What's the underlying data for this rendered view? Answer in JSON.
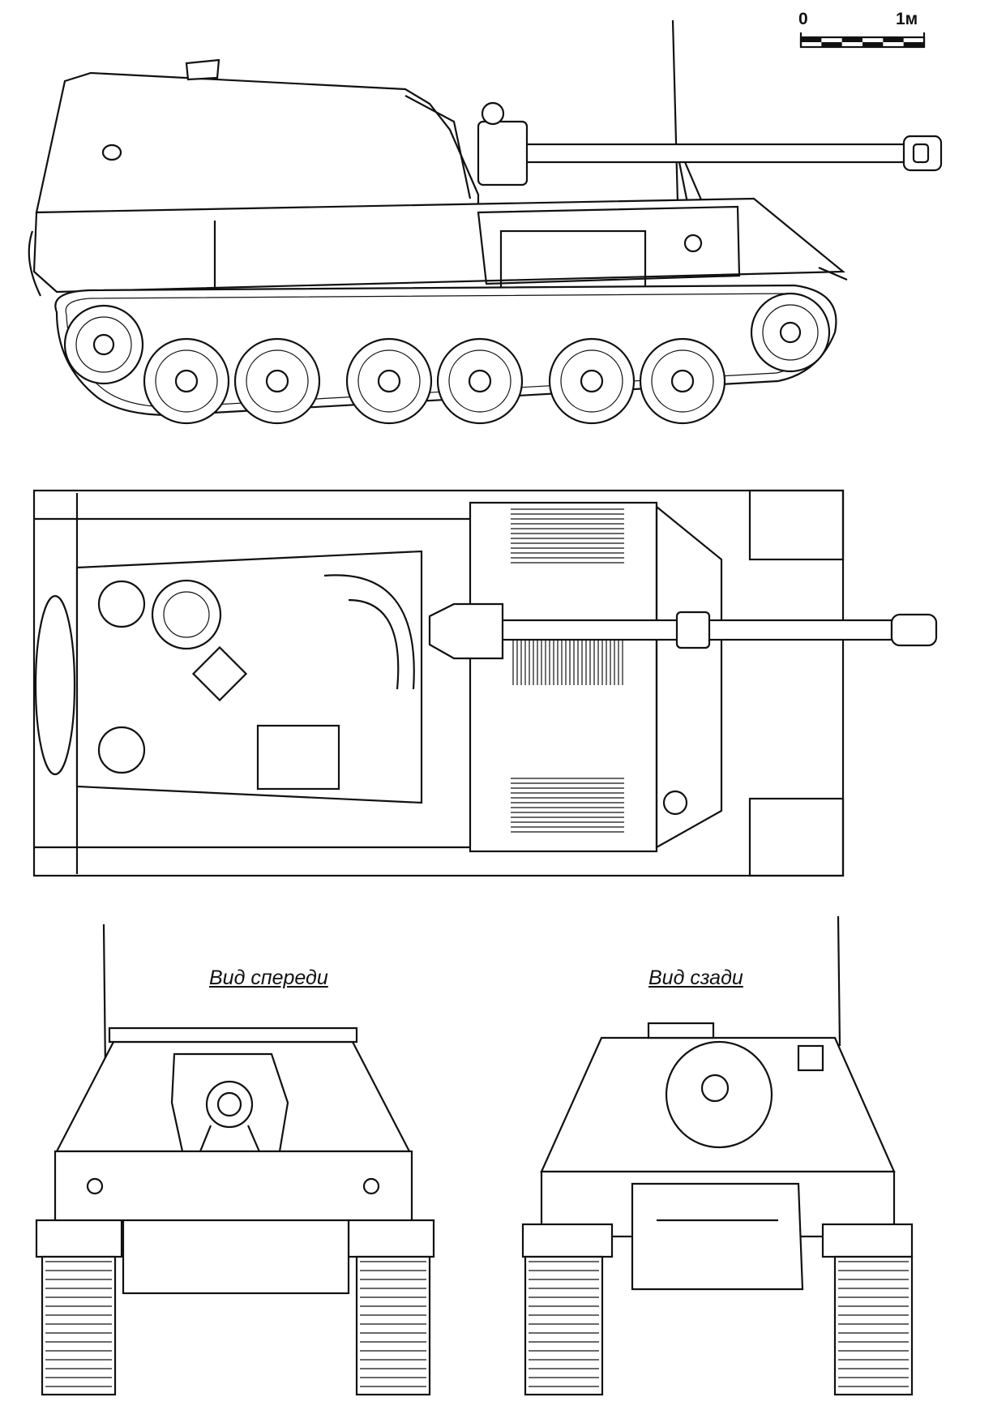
{
  "scale_bar": {
    "start_label": "0",
    "end_label": "1м",
    "segments": 6
  },
  "views": {
    "side": {},
    "top": {},
    "front": {
      "label": "Вид спереди"
    },
    "rear": {
      "label": "Вид сзади"
    }
  },
  "colors": {
    "line": "#111111",
    "paper": "#ffffff"
  }
}
